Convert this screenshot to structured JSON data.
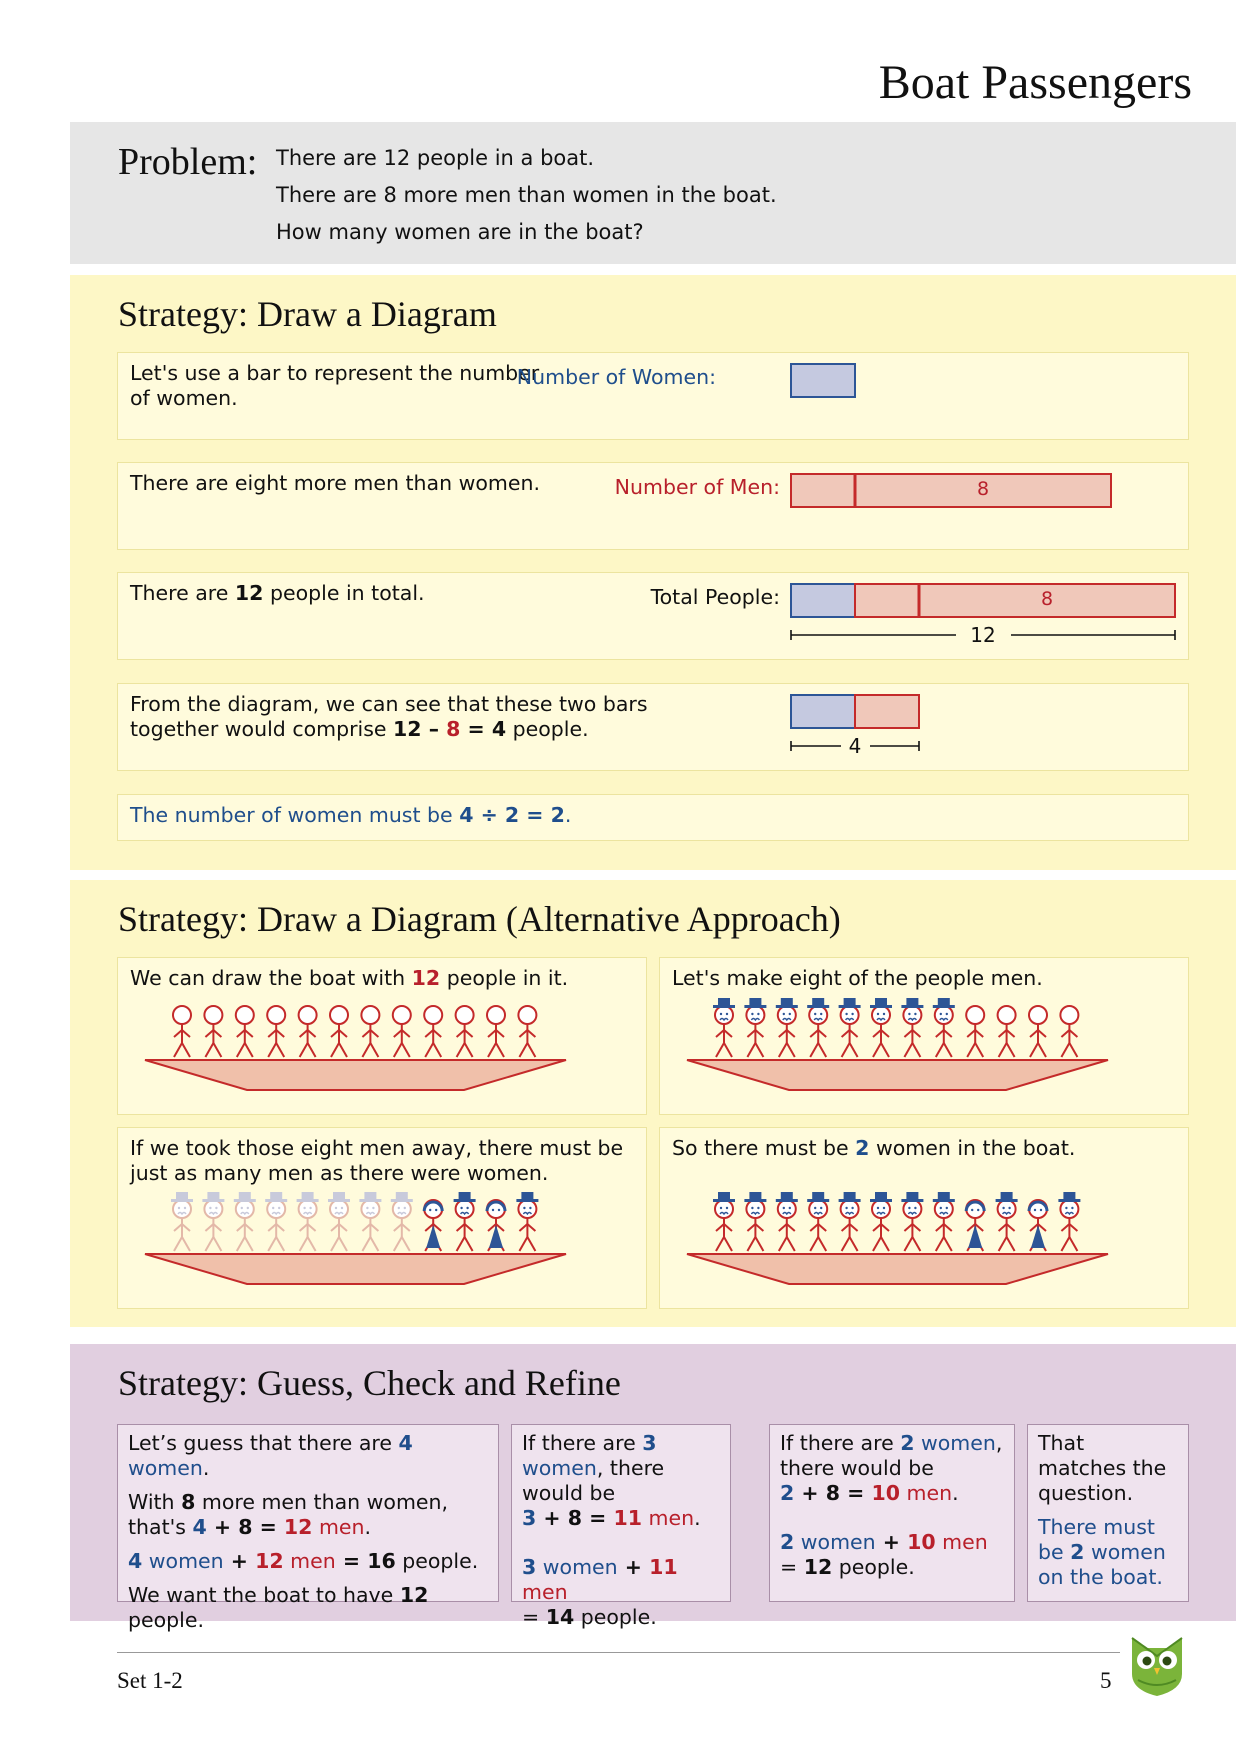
{
  "title": "Boat Passengers",
  "problem": {
    "label": "Problem:",
    "lines": [
      "There are 12 people in a boat.",
      "There are 8 more men than women in the boat.",
      "How many women are in the boat?"
    ]
  },
  "strategy1": {
    "heading": "Strategy: Draw a Diagram",
    "step1": {
      "text": "Let's use a bar to represent the number of women.",
      "label": "Number of Women:"
    },
    "step2": {
      "text": "There are eight more men than women.",
      "label": "Number of Men:",
      "bar_value": "8"
    },
    "step3": {
      "t1": "There are ",
      "t2": "12",
      "t3": " people in total.",
      "label": "Total People:",
      "bar_value": "8",
      "total": "12"
    },
    "step4": {
      "t1": "From the diagram, we can see that these two bars together would comprise ",
      "n1": "12",
      "op1": " – ",
      "n2": "8",
      "op2": " = ",
      "n3": "4",
      "t2": " people.",
      "bracket": "4"
    },
    "conclusion": {
      "t1": "The number of women must be ",
      "expr": "4 ÷ 2 = 2",
      "t2": "."
    }
  },
  "strategy2": {
    "heading": "Strategy: Draw a Diagram (Alternative Approach)",
    "panel1": {
      "t1": "We can draw the boat with ",
      "n": "12",
      "t2": " people in it."
    },
    "panel2": {
      "text": "Let's make eight of the people men."
    },
    "panel3": {
      "text": "If we took those eight men away, there must be just as many men as there were women."
    },
    "panel4": {
      "t1": "So there must be ",
      "n": "2",
      "t2": " women in the boat."
    }
  },
  "strategy3": {
    "heading": "Strategy: Guess, Check and Refine",
    "col1": {
      "a1": "Let’s guess that there are ",
      "a2": "4",
      "a3": " women",
      "a4": ".",
      "b1": "With ",
      "b2": "8",
      "b3": " more men than women, that's ",
      "b4": "4",
      "b5": " + ",
      "b6": "8",
      "b7": " = ",
      "b8": "12",
      "b9": " men",
      "b10": ".",
      "c1": "4",
      "c2": " women",
      "c3": " + ",
      "c4": "12",
      "c5": " men",
      "c6": " = ",
      "c7": "16",
      "c8": " people.",
      "d1": "We want the boat to have ",
      "d2": "12",
      "d3": " people."
    },
    "col2": {
      "a1": "If there are ",
      "a2": "3",
      "a3": " women",
      "a4": ", there would be",
      "b1": "3",
      "b2": " + ",
      "b3": "8",
      "b4": " = ",
      "b5": "11",
      "b6": " men",
      "b7": ".",
      "c1": "3",
      "c2": " women",
      "c3": " + ",
      "c4": "11",
      "c5": " men",
      "d1": "= ",
      "d2": "14",
      "d3": " people."
    },
    "col3": {
      "a1": "If there are ",
      "a2": "2",
      "a3": " women",
      "a4": ", there would be",
      "b1": "2",
      "b2": " + ",
      "b3": "8",
      "b4": " = ",
      "b5": "10",
      "b6": " men",
      "b7": ".",
      "c1": "2",
      "c2": " women",
      "c3": " + ",
      "c4": "10",
      "c5": " men",
      "d1": "= ",
      "d2": "12",
      "d3": " people."
    },
    "col4": {
      "a": "That matches the question.",
      "b1": "There must be ",
      "b2": "2",
      "b3": " women on the boat",
      "b4": "."
    }
  },
  "footer": {
    "set": "Set 1-2",
    "page": "5",
    "logo_icon": "owl-icon"
  },
  "colors": {
    "women_bar": "#c5c9e0",
    "men_bar": "#f0c8ba",
    "blue_text": "#1f4e8c",
    "red_text": "#b8202b",
    "yellow_bg": "#fdf7c6",
    "purple_bg": "#e1cfe0",
    "boat": "#f0c0aa"
  }
}
